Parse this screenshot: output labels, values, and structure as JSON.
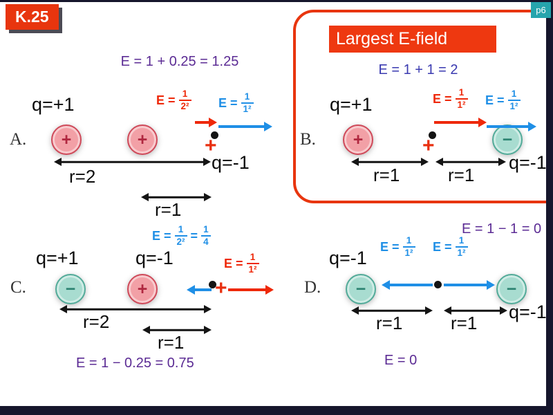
{
  "colors": {
    "accent_red": "#e8350e",
    "arrow_red": "#ee2808",
    "arrow_blue": "#1f8fe6",
    "equation_purple": "#5b2b94",
    "badge_teal": "#26a5ad"
  },
  "header": {
    "badge": "K.25",
    "page": "p6",
    "highlight_title": "Largest E-field"
  },
  "A": {
    "label": "A.",
    "eq_top": "E = 1 + 0.25 = 1.25",
    "q_left": "q=+1",
    "q_right": "q=-1",
    "charge1_sign": "+",
    "charge2_sign": "+",
    "test_sign": "+",
    "e_far": {
      "prefix": "E =",
      "num": "1",
      "den": "2²"
    },
    "e_near": {
      "prefix": "E =",
      "num": "1",
      "den": "1²"
    },
    "r_far": "r=2",
    "r_near": "r=1"
  },
  "B": {
    "label": "B.",
    "eq_top": "E = 1 + 1 = 2",
    "q_left": "q=+1",
    "q_right": "q=-1",
    "charge1_sign": "+",
    "charge2_sign": "−",
    "test_sign": "+",
    "e_left": {
      "prefix": "E =",
      "num": "1",
      "den": "1²"
    },
    "e_right": {
      "prefix": "E =",
      "num": "1",
      "den": "1²"
    },
    "r_left": "r=1",
    "r_right": "r=1"
  },
  "C": {
    "label": "C.",
    "eq_top": {
      "prefix": "E =",
      "num1": "1",
      "den1": "2²",
      "equals": "=",
      "num2": "1",
      "den2": "4"
    },
    "q_left": "q=+1",
    "q_right": "q=-1",
    "charge1_sign": "−",
    "charge2_sign": "+",
    "test_sign": "+",
    "e_near": {
      "prefix": "E =",
      "num": "1",
      "den": "1²"
    },
    "r_far": "r=2",
    "r_near": "r=1",
    "eq_bottom": "E = 1 − 0.25 = 0.75"
  },
  "D": {
    "label": "D.",
    "eq_top": "E = 1 − 1 = 0",
    "q_left": "q=-1",
    "q_right": "q=-1",
    "charge1_sign": "−",
    "charge2_sign": "−",
    "e_left": {
      "prefix": "E =",
      "num": "1",
      "den": "1²"
    },
    "e_right": {
      "prefix": "E =",
      "num": "1",
      "den": "1²"
    },
    "r_left": "r=1",
    "r_right": "r=1",
    "eq_bottom": "E = 0"
  }
}
